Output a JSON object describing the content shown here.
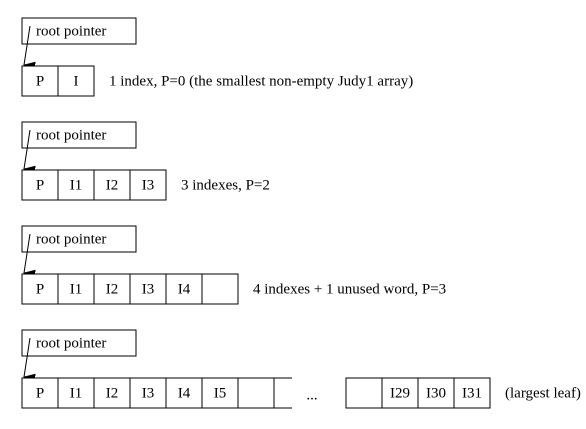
{
  "diagram": {
    "root_label": "root pointer",
    "rows": [
      {
        "cells": [
          "P",
          "I"
        ],
        "caption": "1 index, P=0 (the smallest non-empty Judy1 array)"
      },
      {
        "cells": [
          "P",
          "I1",
          "I2",
          "I3"
        ],
        "caption": "3 indexes, P=2"
      },
      {
        "cells": [
          "P",
          "I1",
          "I2",
          "I3",
          "I4",
          ""
        ],
        "caption": "4 indexes + 1 unused word, P=3"
      },
      {
        "cells": [
          "P",
          "I1",
          "I2",
          "I3",
          "I4",
          "I5",
          ""
        ],
        "ellipsis": "...",
        "tail_cells": [
          "",
          "I29",
          "I30",
          "I31"
        ],
        "caption": "(largest leaf)"
      }
    ]
  }
}
